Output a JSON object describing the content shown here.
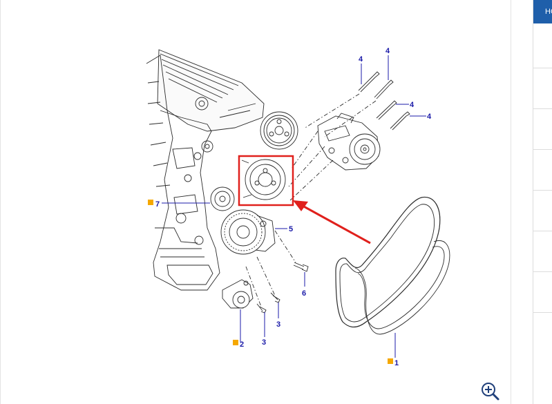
{
  "side_panel": {
    "tab_label": "HC",
    "accent_color": "#1f5faa"
  },
  "diagram": {
    "callouts": [
      {
        "id": "c4a",
        "label": "4",
        "marker": false
      },
      {
        "id": "c4b",
        "label": "4",
        "marker": false
      },
      {
        "id": "c4c",
        "label": "4",
        "marker": false
      },
      {
        "id": "c4d",
        "label": "4",
        "marker": false
      },
      {
        "id": "c7",
        "label": "7",
        "marker": true
      },
      {
        "id": "c5",
        "label": "5",
        "marker": false
      },
      {
        "id": "c6",
        "label": "6",
        "marker": false
      },
      {
        "id": "c3a",
        "label": "3",
        "marker": false
      },
      {
        "id": "c3b",
        "label": "3",
        "marker": false
      },
      {
        "id": "c2",
        "label": "2",
        "marker": true
      },
      {
        "id": "c1",
        "label": "1",
        "marker": true
      }
    ],
    "callout_color": "#1a1aa8",
    "marker_color": "#f5a800",
    "highlight_color": "#e0201c",
    "zoom_icon": "zoom-in-icon"
  }
}
